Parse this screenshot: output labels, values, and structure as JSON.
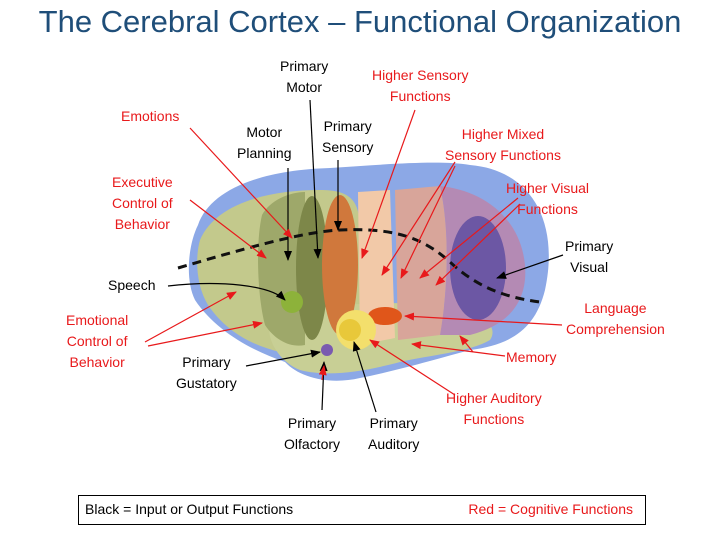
{
  "title": "The Cerebral Cortex – Functional Organization",
  "colors": {
    "title": "#1f4e79",
    "black_label": "#000000",
    "red_label": "#e8191b",
    "outer_cortex": "#7f9fe0",
    "frontal": "#c0c98a",
    "motor": "#7f8a4a",
    "sensory": "#d07a3a",
    "visual": "#6b5aa8",
    "language_area": "#e0561a",
    "auditory": "#f0d84a"
  },
  "labels": {
    "primary_motor": "Primary\nMotor",
    "higher_sensory": "Higher Sensory\nFunctions",
    "emotions": "Emotions",
    "motor_planning": "Motor\nPlanning",
    "primary_sensory": "Primary\nSensory",
    "higher_mixed_sensory": "Higher Mixed\nSensory Functions",
    "executive_control": "Executive\nControl of\nBehavior",
    "higher_visual": "Higher Visual\nFunctions",
    "primary_visual": "Primary\nVisual",
    "speech": "Speech",
    "language_comprehension": "Language\nComprehension",
    "emotional_control": "Emotional\nControl of\nBehavior",
    "memory": "Memory",
    "primary_gustatory": "Primary\nGustatory",
    "higher_auditory": "Higher Auditory\nFunctions",
    "primary_olfactory": "Primary\nOlfactory",
    "primary_auditory": "Primary\nAuditory"
  },
  "legend": {
    "black_text": "Black = Input or Output Functions",
    "red_text": "Red = Cognitive Functions"
  }
}
